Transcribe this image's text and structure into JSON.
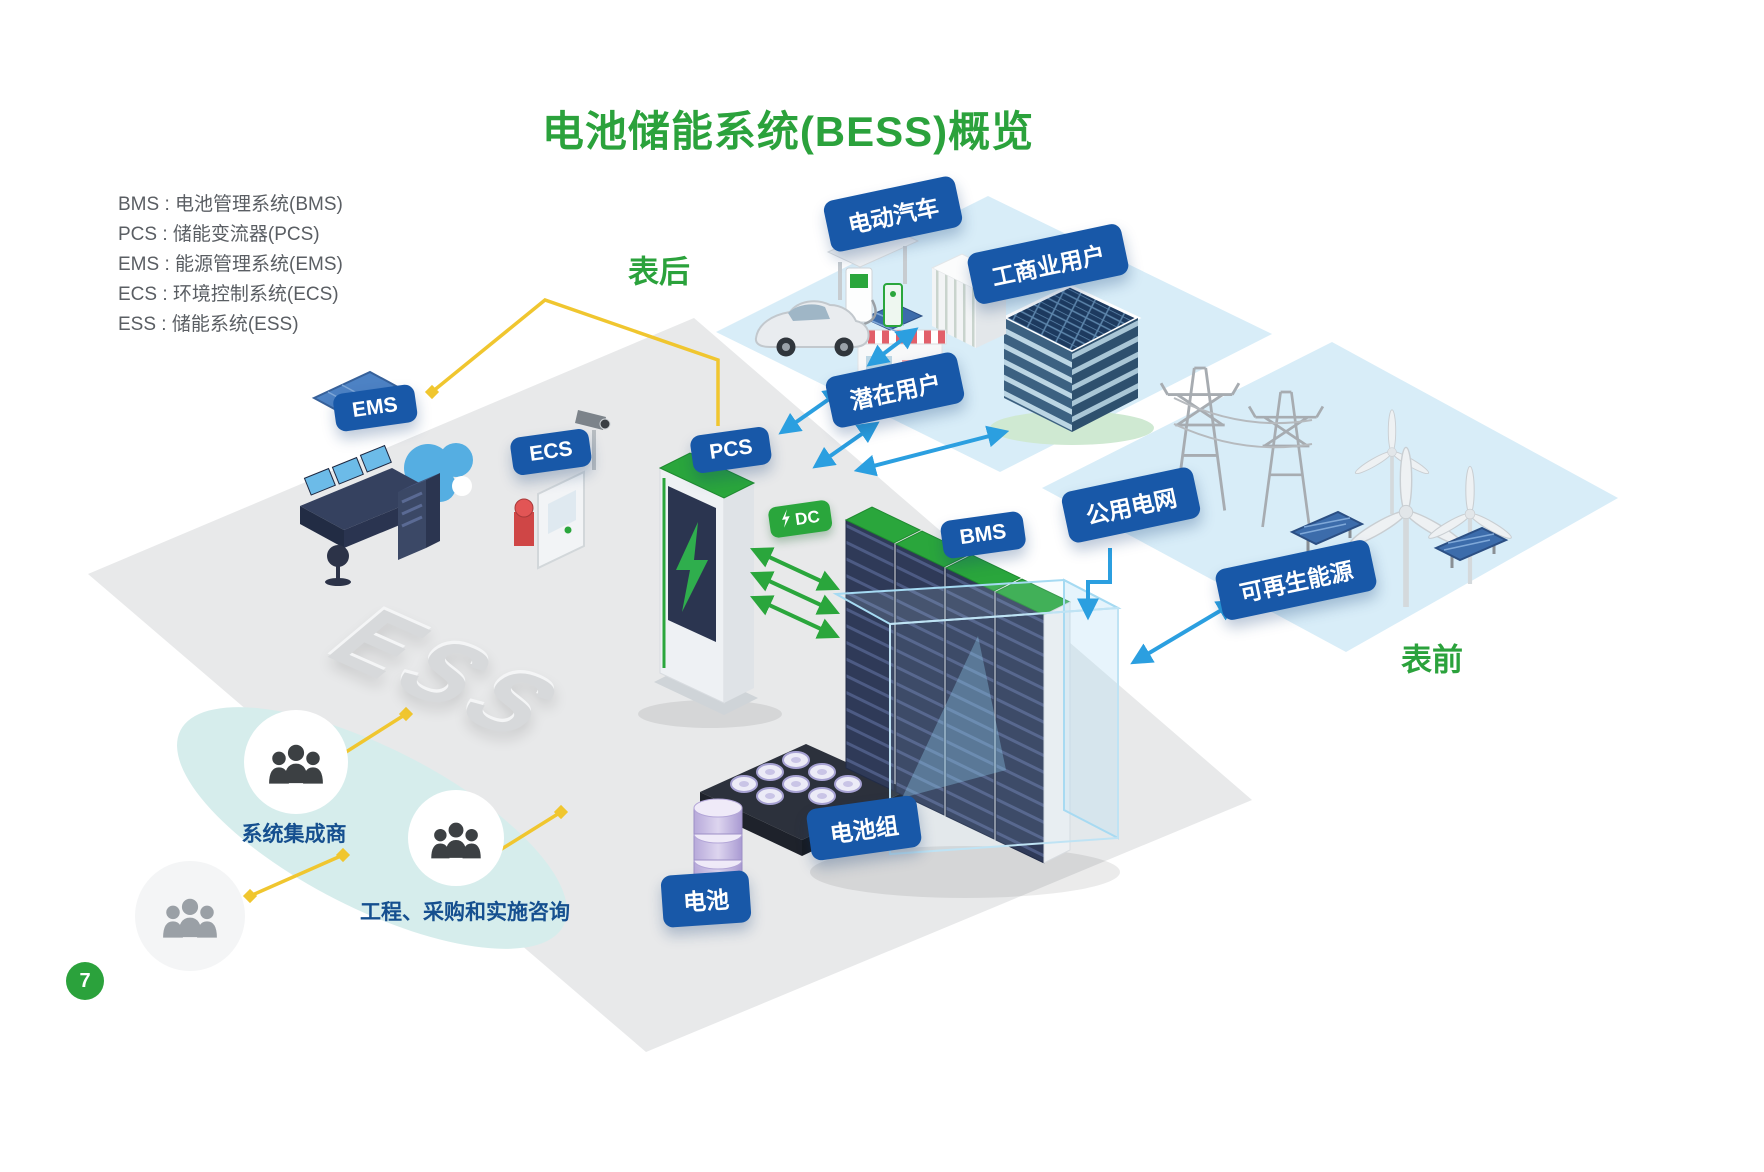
{
  "page": {
    "title": "电池储能系统(BESS)概览",
    "page_number": "7"
  },
  "legend": {
    "items": [
      "BMS : 电池管理系统(BMS)",
      "PCS : 储能变流器(PCS)",
      "EMS : 能源管理系统(EMS)",
      "ECS : 环境控制系统(ECS)",
      "ESS : 储能系统(ESS)"
    ]
  },
  "zones": {
    "behind_meter": "表后",
    "front_of_meter": "表前",
    "ess_floor": "ESS"
  },
  "badges": {
    "ems": "EMS",
    "ecs": "ECS",
    "pcs": "PCS",
    "bms": "BMS",
    "dc": "DC",
    "ev": "电动汽车",
    "ci_users": "工商业用户",
    "potential_users": "潜在用户",
    "utility_grid": "公用电网",
    "renewables": "可再生能源",
    "battery_pack": "电池组",
    "battery": "电池"
  },
  "captions": {
    "system_integrator": "系统集成商",
    "epc_consulting": "工程、采购和实施咨询"
  },
  "colors": {
    "title_green": "#2BA23C",
    "badge_blue": "#1858A8",
    "arrow_blue": "#2B9FE0",
    "arrow_green": "#2AA63C",
    "line_yellow": "#F0C62F"
  }
}
